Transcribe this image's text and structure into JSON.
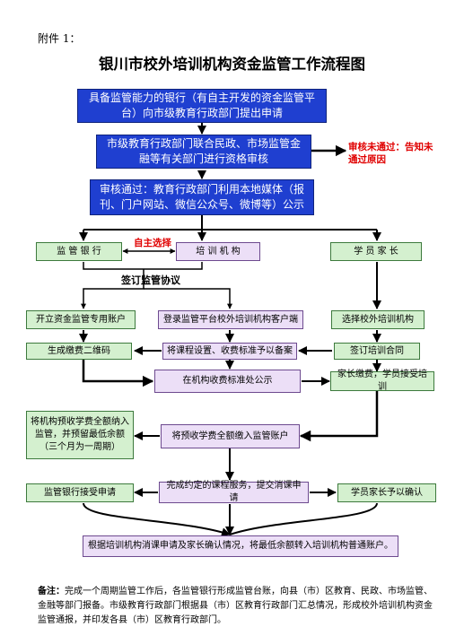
{
  "attachment": "附件 1：",
  "title": "银川市校外培训机构资金监管工作流程图",
  "steps": {
    "step1": "具备监管能力的银行（有自主开发的资金监管平台）向市级教育行政部门提出申请",
    "step2": "市级教育行政部门联合民政、市场监管金融等有关部门进行资格审核",
    "review_fail": "审核未通过：告知未通过原因",
    "step3": "审核通过：教育行政部门利用本地媒体（报刊、门户网站、微信公众号、微博等）公示"
  },
  "parties": {
    "bank": "监 管 银 行",
    "self_select": "自主选择",
    "institution": "培 训 机 构",
    "parents": "学 员 家 长"
  },
  "sign_agreement": "签订监管协议",
  "boxes": {
    "open_account": "开立资金监管专用账户",
    "login_client": "登录监管平台校外培训机构客户端",
    "select_institution": "选择校外培训机构",
    "generate_qr": "生成缴费二维码",
    "set_courses": "将课程设置、收费标准予以备案",
    "sign_contract": "签订培训合同",
    "publish_fees": "在机构收费标准处公示",
    "pay_fees": "家长缴费，学员接受培训",
    "hold_funds": "将机构预收学费全额纳入监管，并预留最低余额（三个月为一周期）",
    "deposit_all": "将预收学费全额缴入监管账户",
    "bank_accept": "监管银行接受申请",
    "complete_service": "完成约定的课程服务，提交消课申请",
    "parents_confirm": "学员家长予以确认",
    "transfer": "根据培训机构消课申请及家长确认情况，将最低余额转入培训机构普通账户。"
  },
  "note": {
    "label": "备注：",
    "text": "完成一个周期监管工作后，各监管银行形成监管台账，向县（市）区教育、民政、市场监管、金融等部门报备。市级教育行政部门根据县（市）区教育行政部门汇总情况，形成校外培训机构资金监管通报，并印发各县（市）区教育行政部门。"
  }
}
